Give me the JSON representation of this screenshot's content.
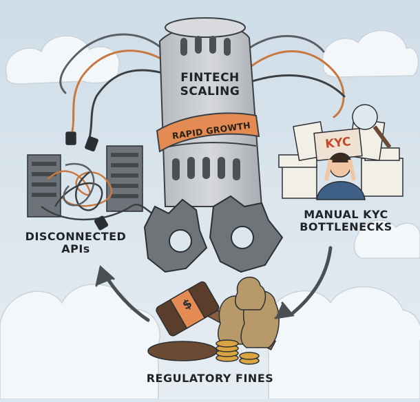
{
  "tower": {
    "title_line1": "FINTECH",
    "title_line2": "SCALING",
    "banner": "RAPID GROWTH"
  },
  "nodes": {
    "disconnected_apis": {
      "line1": "DISCONNECTED",
      "line2": "APIs"
    },
    "manual_kyc": {
      "line1": "MANUAL KYC",
      "line2": "BOTTLENECKS",
      "tag": "KYC"
    },
    "regulatory_fines": {
      "line1": "REGULATORY FINES",
      "coin_symbol": "$"
    }
  },
  "colors": {
    "sky": "#dbe6ee",
    "cloud": "#f4f7f9",
    "stone": "#c9ccd0",
    "stone_dark": "#8c9197",
    "banner": "#e38b53",
    "gear": "#6f7479",
    "wood": "#6b4a33",
    "money_bag": "#b89a6a",
    "gold": "#d9a441",
    "wire_orange": "#c8783f",
    "wire_dark": "#3a3f44",
    "arrow": "#4a4f54",
    "kyc_red": "#c4492f"
  }
}
